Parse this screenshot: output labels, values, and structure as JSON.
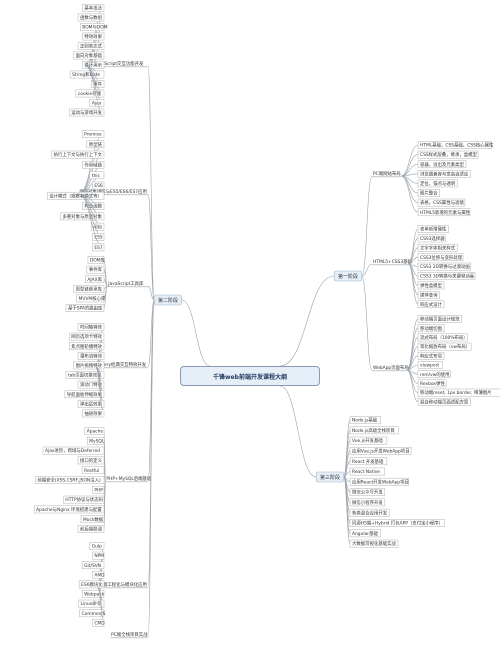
{
  "title": "千锋web前端开发课程大纲",
  "stage1": {
    "label": "第一阶段",
    "groups": [
      {
        "label": "PC端网站布局",
        "items": [
          "HTML基础，CSS基础，CSS核心属性",
          "CSS样式层叠，继承，盒模型",
          "容器，溢出及元素类型",
          "浏览器兼容与宽高自适应",
          "定位，锚点与透明",
          "图片整合",
          "表格，CSS属性与滤镜",
          "HTML5新增的元素与属性"
        ]
      },
      {
        "label": "HTML5+CSS3基础",
        "items": [
          "表单新增属性",
          "CSS3选择器",
          "文字字体相关样式",
          "CSS3位移与变形处理",
          "CSS3 2D转换与过渡动画",
          "CSS3 3D转换与关键帧动画",
          "弹性盒模型",
          "媒体查询",
          "响应式设计"
        ]
      },
      {
        "label": "WebApp页面布局",
        "items": [
          "移动端页面设计规范",
          "移动端切图",
          "流式布局（100%布局）",
          "等比缩放布局（vw布局）",
          "响应式布局",
          "viewport",
          "rem/vw的使用",
          "Rexbox弹性",
          "移动端reset, 1px border, 稀薄图片",
          "混合移动端页面适配方案"
        ]
      }
    ]
  },
  "stage2": {
    "label": "第二阶段",
    "groups": [
      {
        "label": "原生JavaScript交互功能开发",
        "items": [
          "基本语法",
          "函数与数组",
          "BOM与DOM",
          "特效效果",
          "正则表达式",
          "面向对象基础",
          "循环演示",
          "String和Date",
          "事件",
          "cookie存储",
          "Ajax",
          "运动与游戏开发"
        ]
      },
      {
        "label": "面向对象进阶与ES5/ES6/ES7应用",
        "items": [
          "Promise",
          "原型链",
          "执行上下文与执行上下文",
          "作用域链",
          "this",
          "ES6",
          "设计模式（观察者模式等）",
          "构造函数",
          "多重对象与原型对象",
          "闭包",
          "ES5",
          "ES7"
        ]
      },
      {
        "label": "JavaScript工具库",
        "items": [
          "DOM库",
          "事件库",
          "AJAX库",
          "原型链继承库",
          "MVVM核心库",
          "基于SPA的路由库"
        ]
      },
      {
        "label": "jQuery经典交互特效开发",
        "items": [
          "时间轴特效",
          "网页选项卡特效",
          "焦点图轮播特效",
          "瀑布流特效",
          "图片拖拽特效",
          "tab页面切换效果",
          "滚动门特效",
          "导航面板伸缩效果",
          "弹出层效果",
          "抽屉效果"
        ]
      },
      {
        "label": "PHP+MySQL后端基础",
        "items": [
          "Apache",
          "MySQL",
          "Ajax进阶，跨域与Deferred",
          "接口的定义",
          "Restful",
          "前端安全(XSS,CSRF,JSON注入)",
          "PHP",
          "HTTP协议与状态码",
          "Apache与Nginx 环境搭建与配置",
          "Mock数据",
          "前后端联调"
        ]
      },
      {
        "label": "前端工程化与模块化应用",
        "items": [
          "Gulp",
          "NPM",
          "Git/SVN",
          "AMD",
          "ES6模块化",
          "Webpack",
          "Linux命令",
          "CommonJS",
          "CMD"
        ]
      },
      {
        "label": "PC端全栈项目实战",
        "items": []
      }
    ]
  },
  "stage3": {
    "label": "第三阶段",
    "items": [
      "Node.js基础",
      "Node.js高级全栈项目",
      "Vue.js开发基础",
      "应用Vue.js开发WebApp项目",
      "React 开发基础",
      "React Native",
      "应用React开发WebApp项目",
      "微信公众号开发",
      "微信小程序开发",
      "各类混合应用开发",
      "同源H5端+Hybrid 打包APP（支付宝小程序）",
      "Angular基础",
      "大数据可视化基础实战"
    ]
  },
  "colors": {
    "line": "#9aa4ad",
    "leafBox": "#b0b0b0",
    "text": "#333333",
    "rootFill": "#e6eef8",
    "rootBorder": "#8a9bb3",
    "stageFill": "#e6eef8",
    "stageBorder": "#9fb3c9"
  }
}
